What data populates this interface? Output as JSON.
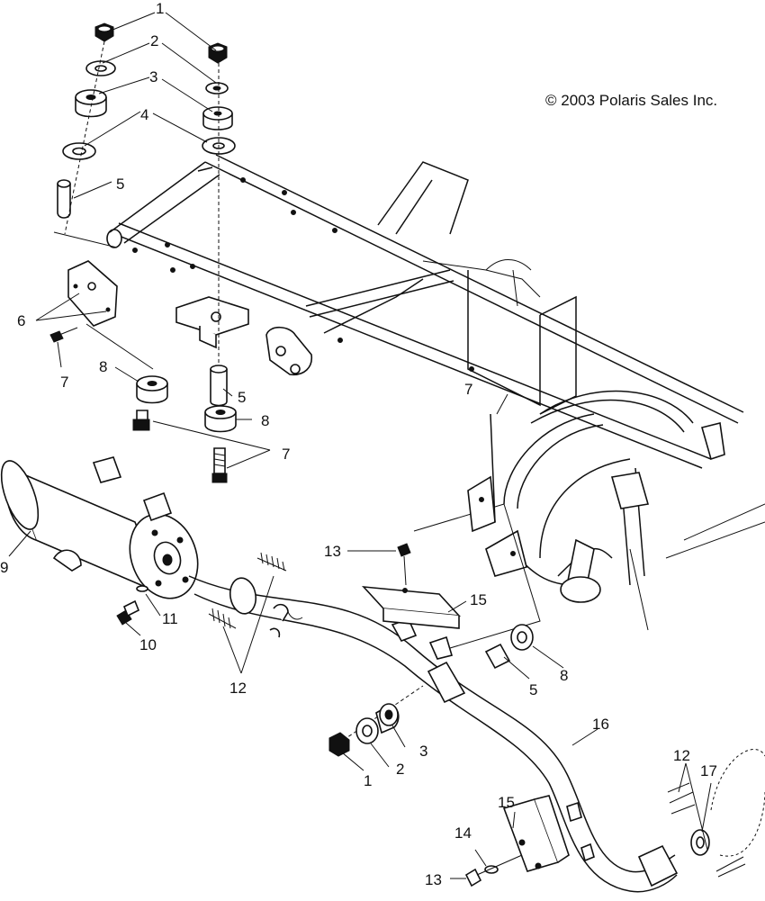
{
  "copyright": "© 2003 Polaris Sales Inc.",
  "callouts": [
    {
      "id": "c1a",
      "text": "1"
    },
    {
      "id": "c2a",
      "text": "2"
    },
    {
      "id": "c3a",
      "text": "3"
    },
    {
      "id": "c4a",
      "text": "4"
    },
    {
      "id": "c5a",
      "text": "5"
    },
    {
      "id": "c6",
      "text": "6"
    },
    {
      "id": "c7a",
      "text": "7"
    },
    {
      "id": "c8a",
      "text": "8"
    },
    {
      "id": "c5b",
      "text": "5"
    },
    {
      "id": "c8b",
      "text": "8"
    },
    {
      "id": "c7b",
      "text": "7"
    },
    {
      "id": "c7c",
      "text": "7"
    },
    {
      "id": "c9",
      "text": "9"
    },
    {
      "id": "c11",
      "text": "11"
    },
    {
      "id": "c10",
      "text": "10"
    },
    {
      "id": "c12a",
      "text": "12"
    },
    {
      "id": "c13a",
      "text": "13"
    },
    {
      "id": "c15a",
      "text": "15"
    },
    {
      "id": "c5c",
      "text": "5"
    },
    {
      "id": "c8c",
      "text": "8"
    },
    {
      "id": "c3b",
      "text": "3"
    },
    {
      "id": "c2b",
      "text": "2"
    },
    {
      "id": "c1b",
      "text": "1"
    },
    {
      "id": "c16",
      "text": "16"
    },
    {
      "id": "c12b",
      "text": "12"
    },
    {
      "id": "c17",
      "text": "17"
    },
    {
      "id": "c15b",
      "text": "15"
    },
    {
      "id": "c14",
      "text": "14"
    },
    {
      "id": "c13b",
      "text": "13"
    }
  ]
}
